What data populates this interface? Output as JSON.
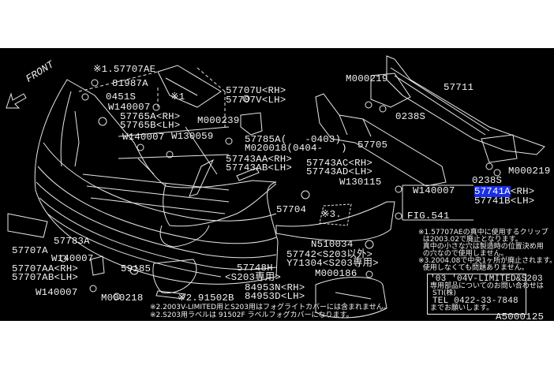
{
  "diagram": {
    "direction_label": "FRONT",
    "parts": {
      "p57707AE": "※1.57707AE",
      "p81987A": "81987A",
      "p0451S": "0451S",
      "w140007_a": "W140007",
      "p57765A": "57765A<RH>",
      "p57765B": "57765B<LH>",
      "m000239": "M000239",
      "p57707U": "57707U<RH>",
      "p57707V": "57707V<LH>",
      "star1": "※1",
      "w140007_b": "W140007",
      "w130059": "W130059",
      "p57785A": "57785A(   -0403)",
      "m020018": "M020018(0404-   )",
      "p57743AA": "57743AA<RH>",
      "p57743AB": "57743AB<LH>",
      "p57743AC": "57743AC<RH>",
      "p57743AD": "57743AD<LH>",
      "w130115": "W130115",
      "p57704": "57704",
      "star3": "※3.",
      "m000219_a": "M000219",
      "p57711": "57711",
      "p0238S_a": "0238S",
      "p57705": "57705",
      "m000219_b": "M000219",
      "p0238S_b": "0238S",
      "w140007_c": "W140007",
      "p57741A": "57741A",
      "p57741A_suffix": "<RH>",
      "p57741B": "57741B<LH>",
      "fig541": "FIG.541",
      "n510034": "N510034",
      "p57742": "57742<S203以外>",
      "y71304": "Y71304<S203専用>",
      "m000186": "M000186",
      "p84953N": "84953N<RH>",
      "p84953D": "84953D<LH>",
      "p57748H": "57748H",
      "s203only": "<S203専用>",
      "p57707A": "57707A",
      "p57783A": "57783A",
      "w140007_d": "W140007",
      "p57707AA": "57707AA<RH>",
      "p57707AB": "57707AB<LH>",
      "p59185": "59185",
      "w140007_e": "W140007",
      "m000218": "M000218",
      "p91502B": "※2.91502B"
    },
    "notes_bottom": [
      "※2.2003V-LIMITED用とS203用はフォグライトカバーには含まれません。",
      "※2.S203用ラベルは 91502F ラベルフォグカバーになります。"
    ],
    "notes_right": [
      "※1.57707AEの真中に使用するクリップ",
      "  は2003.02で廃止となります。",
      "  真中の小さな穴は製造時の位置決め用",
      "  の穴なので使用しません。",
      "※3.2004.08で中央1ヶ所が廃止されます。",
      "  使用しなくても問題ありません。"
    ],
    "contact_box": {
      "title": "'03 '04V-LIMITED&S203",
      "line1": "専用部品についてのお問い合わせは",
      "line2": "STI(株)",
      "line3": "TEL 0422-33-7848",
      "line4": "までお願いします。"
    },
    "figure_code": "A5000125"
  }
}
